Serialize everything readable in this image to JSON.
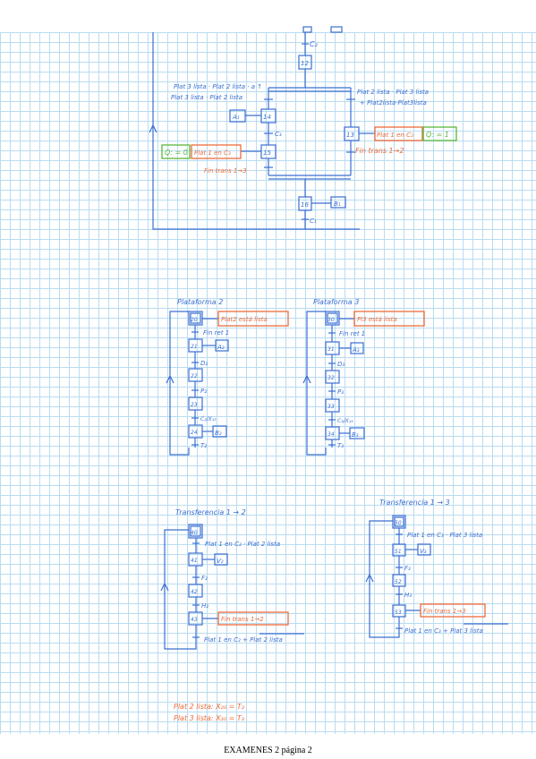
{
  "colors": {
    "blue": "#3b6fd1",
    "orange": "#ef6b3a",
    "green": "#5cb83a"
  },
  "top": {
    "t_c2": "C₂",
    "s12": "12",
    "cond_left_1": "Plat 3 lista · Plat 2 lista · a ↑",
    "cond_left_2": "Plat 3 lista · Plat 2 lista",
    "cond_right_1": "Plat 2 lista · Plat 3 lista",
    "cond_right_2": "+ Plat2lista·Plat3lista",
    "a1": "A₁",
    "s14": "14",
    "t_c3": "C₃",
    "s15": "15",
    "q0": "Q: = 0",
    "plat_c3": "Plat 1 en C₃",
    "s13": "13",
    "plat_c2": "Plat 1 en C₂",
    "q1": "Q: = 1",
    "fin_13_left": "Fin trans 1→3",
    "fin_12_right": "Fin trans 1→2",
    "s16": "16",
    "b1": "B₁",
    "t_c1": "C₁"
  },
  "plat2": {
    "title": "Plataforma 2",
    "s20": "20",
    "note": "Plat2 está lista",
    "t1": "Fin ret 1",
    "s21": "21",
    "a2": "A₂",
    "t2": "D₂",
    "s22": "22",
    "t3": "P₂",
    "s23": "23",
    "t4": "C₂/X₁₃",
    "s24": "24",
    "b2": "B₂",
    "t5": "T₂"
  },
  "plat3": {
    "title": "Plataforma 3",
    "s30": "30",
    "note": "Pl3 está lista",
    "t1": "Fin ret 1",
    "s31": "31",
    "a3": "A₃",
    "t2": "D₃",
    "s32": "32",
    "t3": "P₃",
    "s33": "33",
    "t4": "C₃/X₁₃",
    "s34": "34",
    "b3": "B₃",
    "t5": "T₃"
  },
  "trans12": {
    "title": "Transferencia 1 → 2",
    "s40": "40",
    "t1": "Plat 1 en C₂ · Plat 2 lista",
    "s41": "41",
    "v2": "V₂",
    "t2": "F₂",
    "s42": "42",
    "t3": "H₂",
    "s43": "43",
    "note": "Fin trans 1→2",
    "t4": "Plat 1 en C₂ + Plat 2 lista"
  },
  "trans13": {
    "title": "Transferencia 1 → 3",
    "s50": "50",
    "t1": "Plat 1 en C₃ · Plat 3 lista",
    "s51": "51",
    "v3": "V₃",
    "t2": "F₃",
    "s52": "52",
    "t3": "H₃",
    "s53": "53",
    "note": "Fin trans 1→3",
    "t4": "Plat 1 en C₃ + Plat 3 lista"
  },
  "bottom": {
    "line1": "Plat 2 lista: X₂₀ = T₂",
    "line2": "Plat 3 lista: X₃₀ = T₃"
  },
  "footer": "EXAMENES 2 página 2"
}
